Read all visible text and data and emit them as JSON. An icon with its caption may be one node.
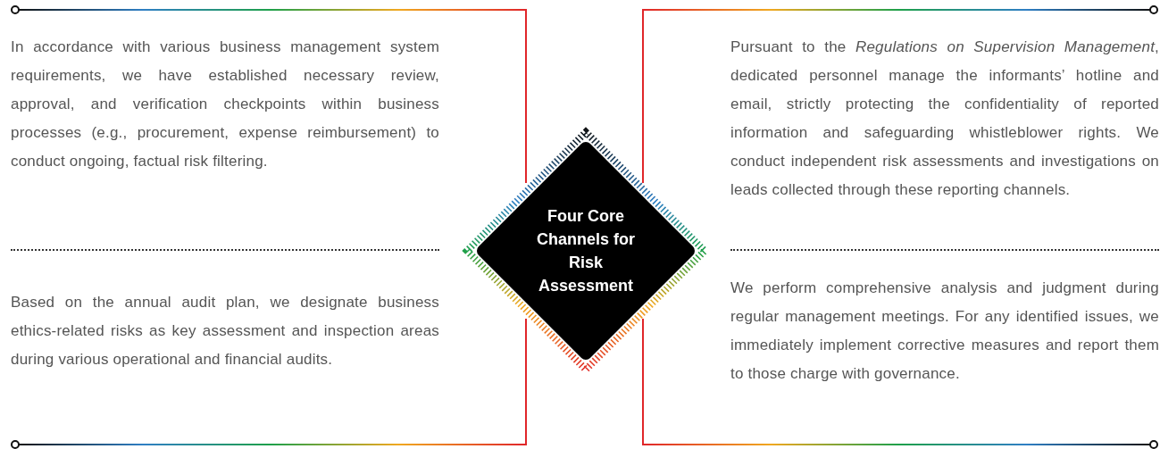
{
  "diagram": {
    "nodes": [
      {
        "text": [
          "Four Core Channels for Risk Assessment"
        ]
      }
    ],
    "labels": [
      "In accordance with various business management system requirements, we have established necessary review, approval, and verification checkpoints within business processes (e.g., procurement, expense reimbursement) to conduct ongoing, factual risk filtering.",
      "Pursuant to the *Regulations on Supervision Management*, dedicated personnel manage the informants’ hotline and email, strictly protecting the confidentiality of reported information and safeguarding whistleblower rights. We conduct independent risk assessments and investigations on leads collected through these reporting channels.",
      "Based on the annual audit plan, we designate business ethics-related risks as key assessment and inspection areas during various operational and financial audits.",
      "We perform comprehensive analysis and judgment during regular management meetings. For any identified issues, we immediately implement corrective measures and report them to those charge with governance."
    ]
  }
}
